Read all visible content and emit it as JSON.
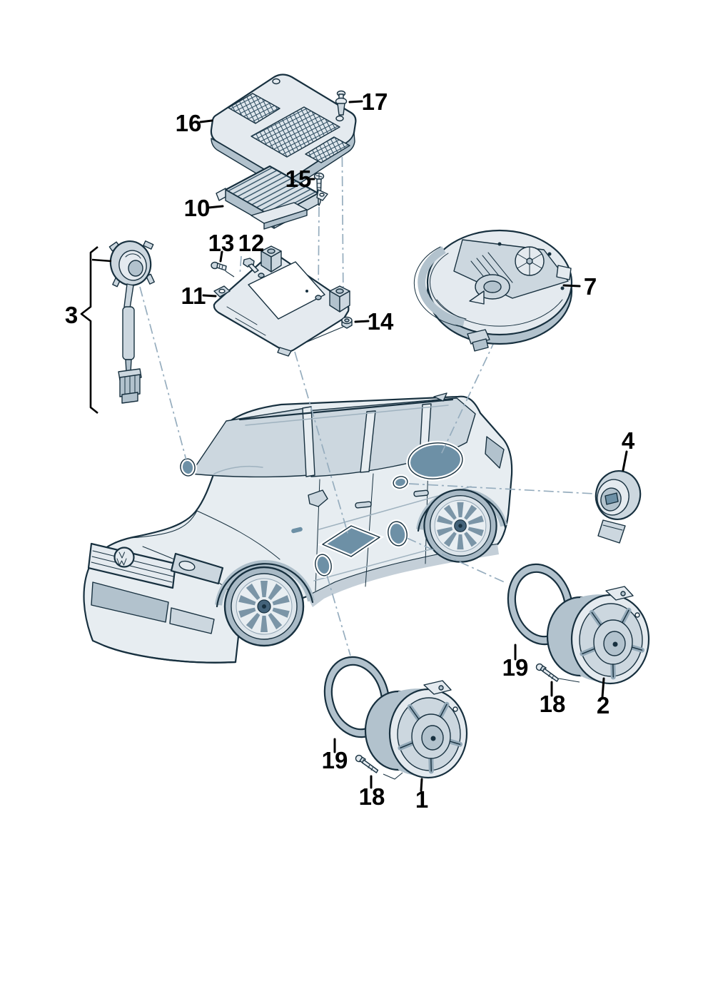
{
  "callouts": {
    "c1": "1",
    "c2": "2",
    "c3": "3",
    "c4": "4",
    "c7": "7",
    "c10": "10",
    "c11": "11",
    "c12": "12",
    "c13": "13",
    "c14": "14",
    "c15": "15",
    "c16": "16",
    "c17": "17",
    "c18_front": "18",
    "c18_rear": "18",
    "c19_front": "19",
    "c19_rear": "19"
  },
  "palette": {
    "ink": "#17303f",
    "body_fill_light": "#e4eaef",
    "body_fill_mid": "#ccd7df",
    "body_fill_mid2": "#b2c2cd",
    "marker_fill": "#6d90a6",
    "leader_line": "#96adbe",
    "label_color": "#000000",
    "background": "#ffffff"
  }
}
